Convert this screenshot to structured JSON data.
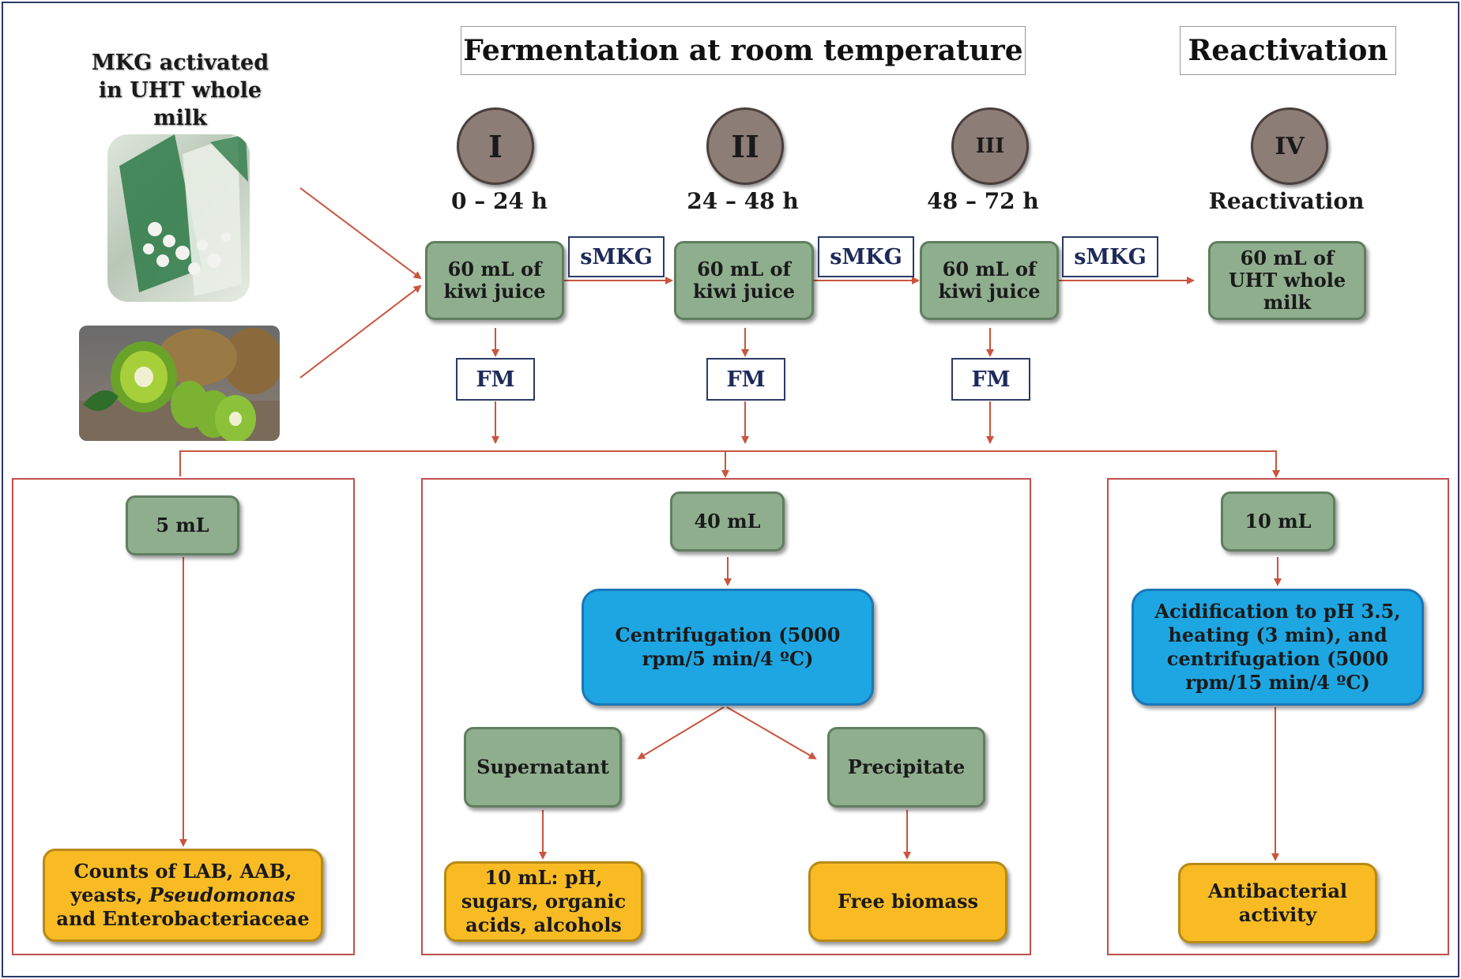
{
  "headers": {
    "fermentation": "Fermentation at room temperature",
    "reactivation": "Reactivation"
  },
  "start_label": "MKG activated in UHT whole milk",
  "stages": [
    {
      "numeral": "I",
      "time": "0 – 24 h",
      "box": "60 mL of kiwi juice",
      "output": "FM"
    },
    {
      "numeral": "II",
      "time": "24 – 48 h",
      "box": "60 mL of kiwi juice",
      "output": "FM"
    },
    {
      "numeral": "III",
      "time": "48 – 72 h",
      "box": "60 mL of kiwi juice",
      "output": "FM"
    },
    {
      "numeral": "IV",
      "time": "Reactivation",
      "box": "60 mL of UHT whole milk"
    }
  ],
  "transfer_label": "sMKG",
  "panels": {
    "left": {
      "volume": "5 mL",
      "result_prefix": "Counts of LAB, AAB, yeasts, ",
      "result_italic": "Pseudomonas",
      "result_suffix": " and Enterobacteriaceae"
    },
    "middle": {
      "volume": "40 mL",
      "process": "Centrifugation (5000 rpm/5 min/4 ºC)",
      "supernatant": "Supernatant",
      "precipitate": "Precipitate",
      "supernatant_result": "10 mL: pH, sugars, organic acids, alcohols",
      "precipitate_result": "Free biomass"
    },
    "right": {
      "volume": "10 mL",
      "process": "Acidification to pH 3.5, heating (3 min), and centrifugation (5000 rpm/15 min/4 ºC)",
      "result": "Antibacterial activity"
    }
  },
  "colors": {
    "arrow": "#c9553e",
    "process_green": "#8fae8e",
    "process_blue": "#1ea6e2",
    "result_yellow": "#f9bb24",
    "stage_circle": "#8d7d77",
    "panel_border": "#c0504d",
    "frame": "#2b3a66"
  }
}
